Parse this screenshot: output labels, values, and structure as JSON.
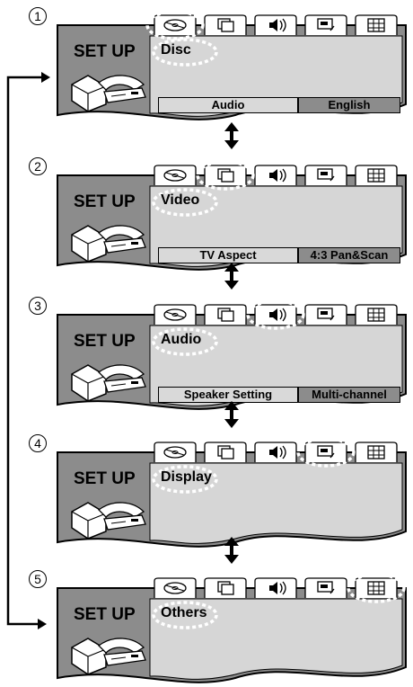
{
  "screens": [
    {
      "number": "1",
      "setup": "SET UP",
      "title": "Disc",
      "active_tab": 0,
      "bar_left": "Audio",
      "bar_right": "English"
    },
    {
      "number": "2",
      "setup": "SET UP",
      "title": "Video",
      "active_tab": 1,
      "bar_left": "TV Aspect",
      "bar_right": "4:3 Pan&Scan"
    },
    {
      "number": "3",
      "setup": "SET UP",
      "title": "Audio",
      "active_tab": 2,
      "bar_left": "Speaker Setting",
      "bar_right": "Multi-channel"
    },
    {
      "number": "4",
      "setup": "SET UP",
      "title": "Display",
      "active_tab": 3,
      "bar_left": "",
      "bar_right": ""
    },
    {
      "number": "5",
      "setup": "SET UP",
      "title": "Others",
      "active_tab": 4,
      "bar_left": "",
      "bar_right": ""
    }
  ],
  "tab_icons": [
    "disc-icon",
    "video-monitor-icon",
    "speaker-sound-icon",
    "display-screen-icon",
    "grid-others-icon"
  ],
  "colors": {
    "panel_dark": "#8c8c8c",
    "panel_light": "#d6d6d6",
    "highlight": "#ffffff"
  }
}
